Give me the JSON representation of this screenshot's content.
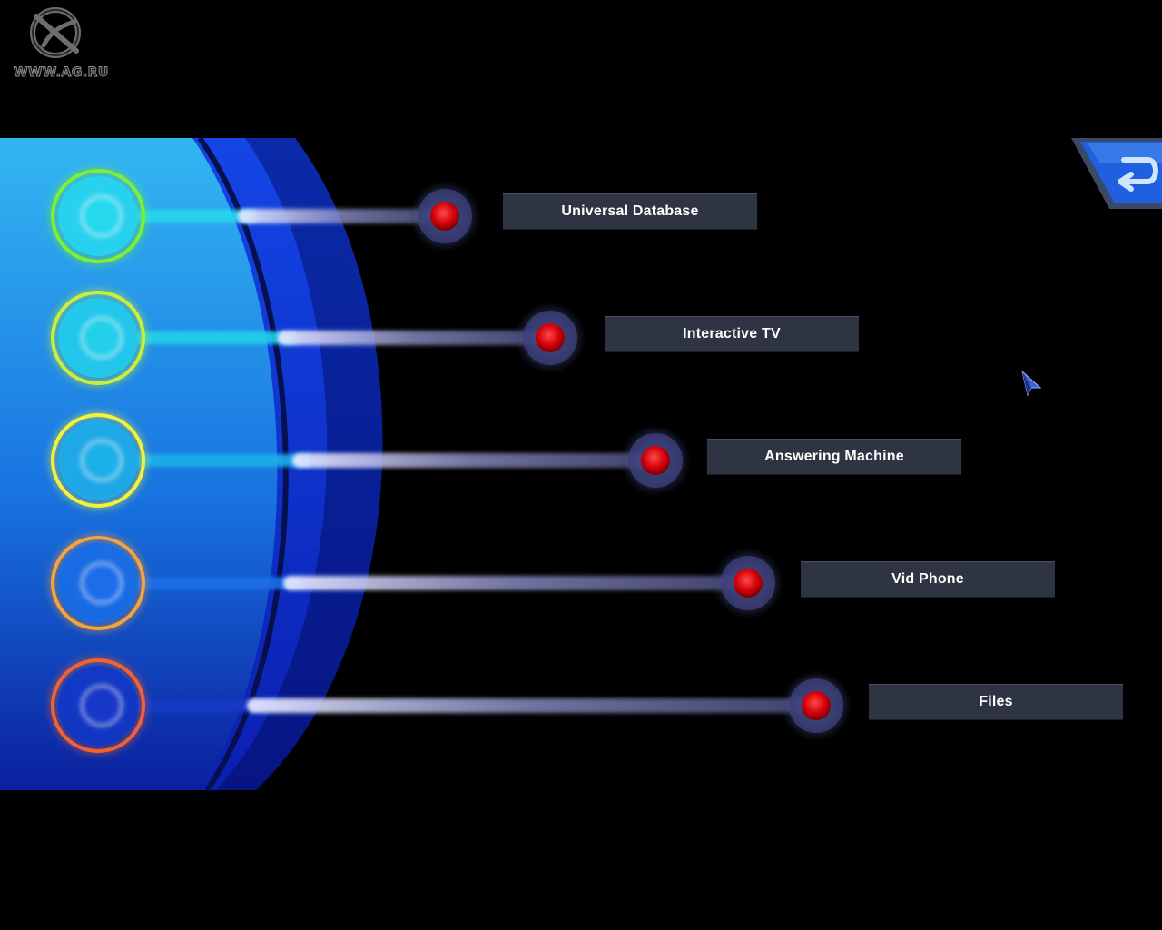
{
  "watermark": {
    "text": "WWW.AG.RU"
  },
  "menu": {
    "items": [
      {
        "label": "Universal Database",
        "ring_color": "#7cf034"
      },
      {
        "label": "Interactive TV",
        "ring_color": "#c8f03a"
      },
      {
        "label": "Answering Machine",
        "ring_color": "#f2f23a"
      },
      {
        "label": "Vid Phone",
        "ring_color": "#f7a23a"
      },
      {
        "label": "Files",
        "ring_color": "#f2622e"
      }
    ]
  },
  "colors": {
    "background": "#000000",
    "hub_light": "#33b6f2",
    "hub_dark": "#0b1f9e",
    "button_bg": "#2f3442",
    "node_red": "#d4000a",
    "back_button": "#1f5fe0"
  },
  "icons": {
    "back": "return-arrow-icon",
    "logo": "ag-logo-icon",
    "cursor": "pointer-cursor-icon"
  }
}
